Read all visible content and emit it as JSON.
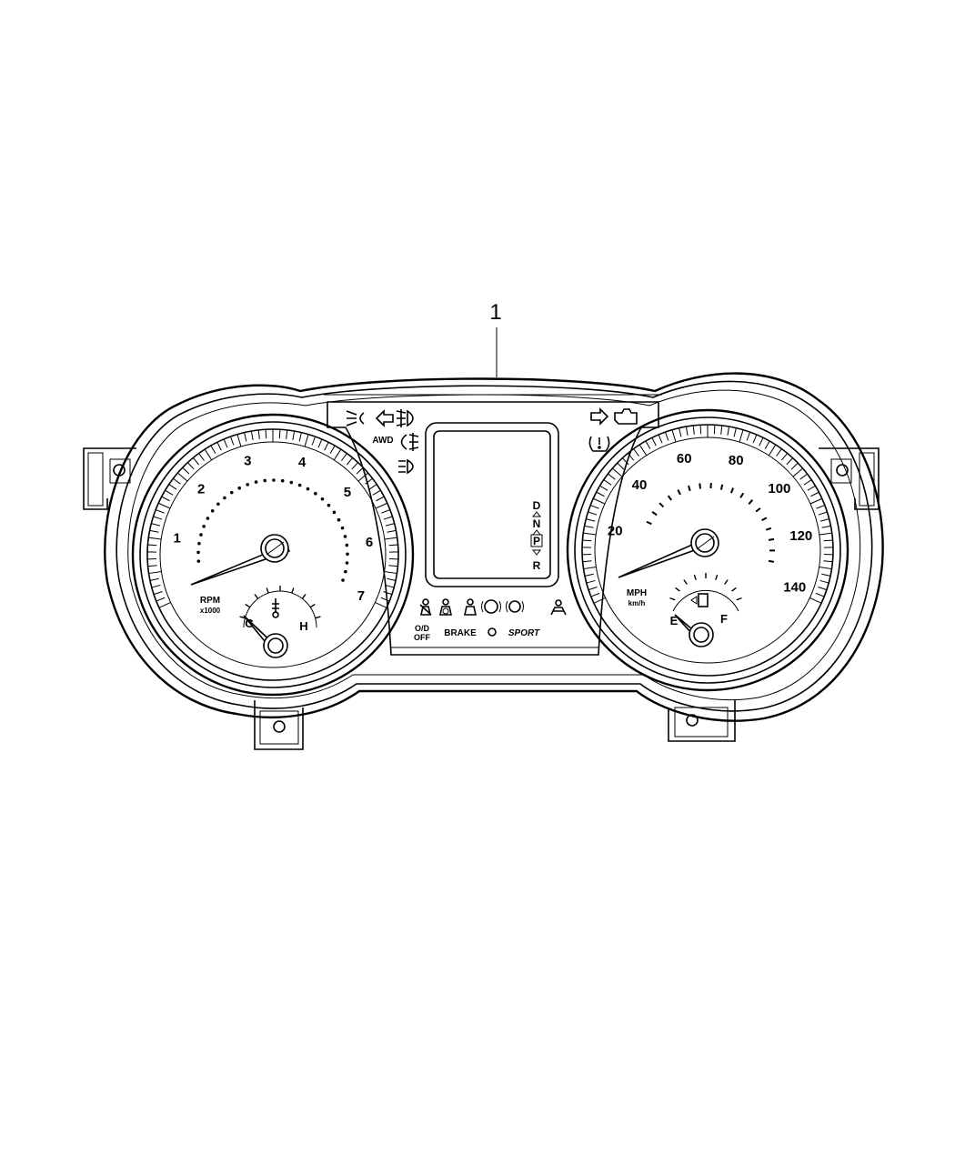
{
  "callout": {
    "number": "1"
  },
  "tachometer": {
    "numerals": [
      "1",
      "2",
      "3",
      "4",
      "5",
      "6",
      "7"
    ],
    "unit_label": "RPM",
    "multiplier_label": "x1000"
  },
  "temperature_gauge": {
    "cold_label": "C",
    "hot_label": "H"
  },
  "speedometer": {
    "mph_numerals": [
      "20",
      "40",
      "60",
      "80",
      "100",
      "120",
      "140"
    ],
    "unit_label": "MPH",
    "secondary_unit_label": "km/h"
  },
  "fuel_gauge": {
    "empty_label": "E",
    "full_label": "F"
  },
  "center_panel": {
    "awd_label": "AWD",
    "od_off_label": "O/D\nOFF",
    "brake_label": "BRAKE",
    "sport_label": "SPORT",
    "gear_labels": [
      "D",
      "N",
      "P",
      "R"
    ]
  }
}
